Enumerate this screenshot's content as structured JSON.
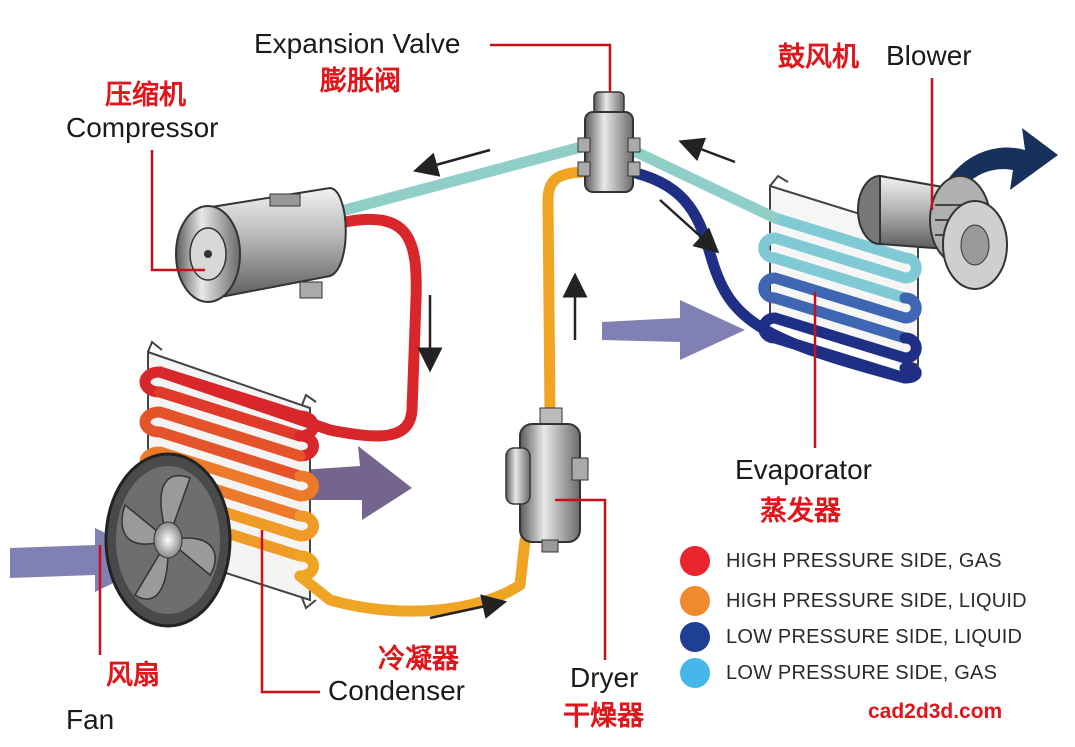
{
  "labels": {
    "expansion_valve_en": "Expansion Valve",
    "expansion_valve_zh": "膨胀阀",
    "compressor_zh": "压缩机",
    "compressor_en": "Compressor",
    "blower_zh": "鼓风机",
    "blower_en": "Blower",
    "evaporator_en": "Evaporator",
    "evaporator_zh": "蒸发器",
    "fan_zh": "风扇",
    "fan_en": "Fan",
    "condenser_zh": "冷凝器",
    "condenser_en": "Condenser",
    "dryer_en": "Dryer",
    "dryer_zh": "干燥器"
  },
  "legend": [
    {
      "label": "HIGH PRESSURE SIDE, GAS",
      "color": "#e8262b"
    },
    {
      "label": "HIGH PRESSURE SIDE, LIQUID",
      "color": "#f08a2c"
    },
    {
      "label": "LOW PRESSURE SIDE, LIQUID",
      "color": "#1f3f95"
    },
    {
      "label": "LOW PRESSURE SIDE, GAS",
      "color": "#47b6ea"
    }
  ],
  "watermark": "cad2d3d.com",
  "colors": {
    "high_gas": "#d8262b",
    "high_liquid": "#f0a424",
    "low_liquid": "#1f2f86",
    "low_gas": "#8fcfc8",
    "callout": "#c8101a",
    "airflow": "#6b6aa8",
    "blower_arrow": "#16325c"
  }
}
